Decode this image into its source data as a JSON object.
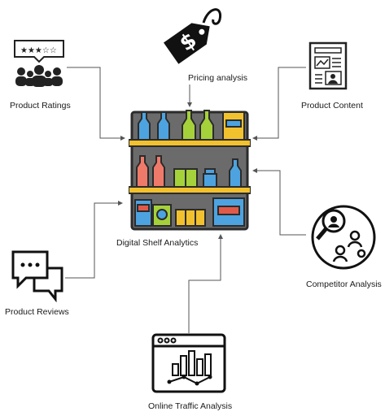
{
  "hub": {
    "label": "Digital Shelf Analytics"
  },
  "nodes": {
    "pricing": {
      "label": "Pricing analysis",
      "icon": "price-tag-icon"
    },
    "ratings": {
      "label": "Product Ratings",
      "icon": "star-rating-audience-icon"
    },
    "content": {
      "label": "Product Content",
      "icon": "document-icon"
    },
    "reviews": {
      "label": "Product Reviews",
      "icon": "chat-bubbles-icon"
    },
    "competitor": {
      "label": "Competitor Analysis",
      "icon": "magnifier-people-icon"
    },
    "traffic": {
      "label": "Online Traffic Analysis",
      "icon": "browser-analytics-icon"
    }
  },
  "colors": {
    "line": "#555555",
    "shelf_frame": "#2b2b2b",
    "shelf_yellow": "#f2c12e",
    "shelf_back": "#6b6b6b",
    "bottle_blue": "#4da3e0",
    "bottle_green": "#a5d23a",
    "bottle_red": "#f07a6a",
    "box_red": "#e05a4a"
  }
}
